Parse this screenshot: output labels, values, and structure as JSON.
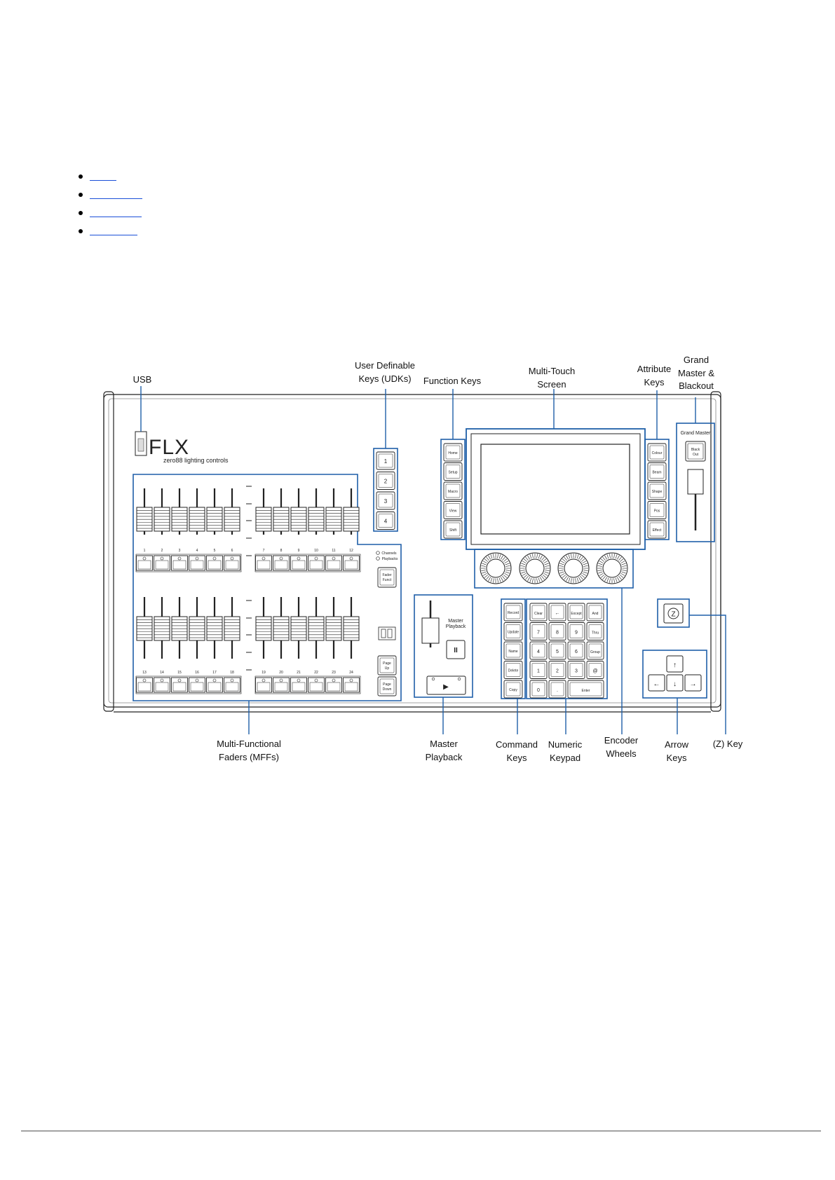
{
  "bullets": [
    "",
    "",
    "",
    ""
  ],
  "labels": {
    "usb": "USB",
    "udk": [
      "User Definable",
      "Keys (UDKs)"
    ],
    "function_keys": "Function Keys",
    "touch": [
      "Multi-Touch",
      "Screen"
    ],
    "attribute": [
      "Attribute",
      "Keys"
    ],
    "grand": [
      "Grand",
      "Master &",
      "Blackout"
    ],
    "mff": [
      "Multi-Functional",
      "Faders (MFFs)"
    ],
    "master_pb": [
      "Master",
      "Playback"
    ],
    "command": [
      "Command",
      "Keys"
    ],
    "numeric": [
      "Numeric",
      "Keypad"
    ],
    "encoder": [
      "Encoder",
      "Wheels"
    ],
    "arrow": [
      "Arrow",
      "Keys"
    ],
    "zkey": "(Z) Key"
  },
  "console": {
    "logo": "FLX",
    "brand": "zero88 lighting controls",
    "udks": [
      "1",
      "2",
      "3",
      "4"
    ],
    "function_keys": [
      "Home",
      "Setup",
      "Macro",
      "View",
      "Shift"
    ],
    "attribute_keys": [
      "Colour",
      "Beam",
      "Shape",
      "Pos",
      "Effect"
    ],
    "grand_master": "Grand Master",
    "blackout": [
      "Black",
      "Out"
    ],
    "top_fader_numbers": [
      "1",
      "2",
      "3",
      "4",
      "5",
      "6",
      "7",
      "8",
      "9",
      "10",
      "11",
      "12"
    ],
    "bottom_fader_numbers": [
      "13",
      "14",
      "15",
      "16",
      "17",
      "18",
      "19",
      "20",
      "21",
      "22",
      "23",
      "24"
    ],
    "mode_channels": "Channels",
    "mode_playbacks": "Playbacks",
    "fader_funct": [
      "Fader",
      "Funct"
    ],
    "page_up": [
      "Page",
      "Up"
    ],
    "page_down": [
      "Page",
      "Down"
    ],
    "master_playback": [
      "Master",
      "Playback"
    ],
    "pause_symbol": "II",
    "go_symbol": "▶",
    "command_keys": [
      "Record",
      "Update",
      "Name",
      "Delete",
      "Copy"
    ],
    "keypad": [
      [
        "Clear",
        "←",
        "Except",
        "And"
      ],
      [
        "7",
        "8",
        "9",
        "Thru"
      ],
      [
        "4",
        "5",
        "6",
        "Group"
      ],
      [
        "1",
        "2",
        "3",
        "@"
      ],
      [
        "0",
        ".",
        "Enter"
      ]
    ],
    "z_key": "Z",
    "arrows": {
      "up": "↑",
      "left": "←",
      "down": "↓",
      "right": "→"
    }
  },
  "colors": {
    "line": "#222222",
    "callout": "#1f5fa8",
    "link": "#1a4fd8"
  }
}
